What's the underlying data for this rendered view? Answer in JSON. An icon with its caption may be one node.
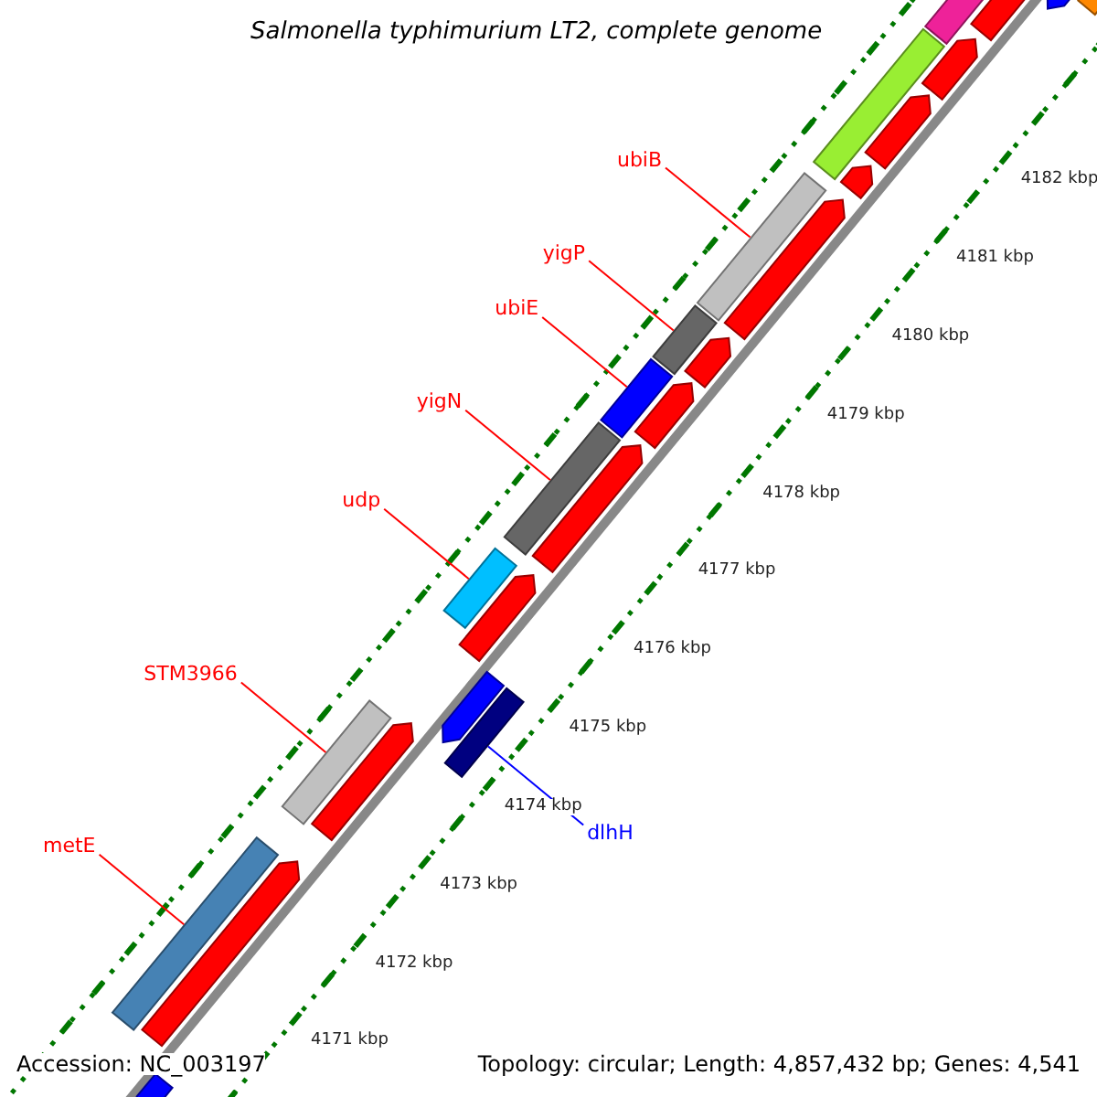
{
  "diagram": {
    "title": "Salmonella typhimurium LT2, complete genome",
    "nodes": [
      {
        "text": [
          "ubiB"
        ]
      },
      {
        "text": [
          "yigP"
        ]
      },
      {
        "text": [
          "ubiE"
        ]
      },
      {
        "text": [
          "yigN"
        ]
      },
      {
        "text": [
          "udp"
        ]
      },
      {
        "text": [
          "STM3966"
        ]
      },
      {
        "text": [
          "metE"
        ]
      },
      {
        "text": [
          "dlhH"
        ]
      },
      {
        "text": [],
        "shape": "bar"
      },
      {
        "text": [],
        "shape": "bar"
      },
      {
        "text": [],
        "shape": "bar"
      },
      {
        "text": [],
        "shape": "bar"
      },
      {
        "text": [],
        "shape": "bar"
      },
      {
        "text": [],
        "shape": "bar"
      },
      {
        "text": [],
        "shape": "bar"
      },
      {
        "text": [],
        "shape": "bar"
      },
      {
        "text": [],
        "shape": "bar"
      },
      {
        "text": [],
        "shape": "bar"
      },
      {
        "text": [],
        "shape": "bar"
      },
      {
        "text": [],
        "shape": "bar"
      },
      {
        "text": [],
        "shape": "bar"
      },
      {
        "text": [],
        "shape": "bar"
      },
      {
        "text": [],
        "shape": "bar"
      },
      {
        "text": [],
        "shape": "bar"
      },
      {
        "text": [],
        "shape": "bar"
      },
      {
        "text": [],
        "shape": "bar"
      },
      {
        "text": [],
        "shape": "bar"
      },
      {
        "text": [],
        "shape": "bar"
      },
      {
        "text": [],
        "shape": "bar"
      },
      {
        "text": [],
        "shape": "bar"
      },
      {
        "text": [],
        "shape": "bar"
      },
      {
        "text": [],
        "shape": "bar"
      },
      {
        "text": [],
        "shape": "bar"
      }
    ],
    "edges": [
      {
        "from": 0,
        "to": 8,
        "arrow": "none"
      },
      {
        "from": 1,
        "to": 9,
        "arrow": "none"
      },
      {
        "from": 2,
        "to": 10,
        "arrow": "none"
      },
      {
        "from": 3,
        "to": 11,
        "arrow": "none"
      },
      {
        "from": 4,
        "to": 12,
        "arrow": "none"
      },
      {
        "from": 5,
        "to": 13,
        "arrow": "none"
      },
      {
        "from": 6,
        "to": 15,
        "arrow": "none"
      },
      {
        "from": 7,
        "to": 14,
        "arrow": "none",
        "color": "#0000ff"
      }
    ],
    "labels": [
      "4182 kbp",
      "4181 kbp",
      "4180 kbp",
      "4179 kbp",
      "4178 kbp",
      "4177 kbp",
      "4176 kbp",
      "4175 kbp",
      "4174 kbp",
      "4173 kbp",
      "4172 kbp",
      "4171 kbp",
      "Accession: NC_003197",
      "Topology: circular; Length: 4,857,432 bp; Genes: 4,541"
    ]
  }
}
